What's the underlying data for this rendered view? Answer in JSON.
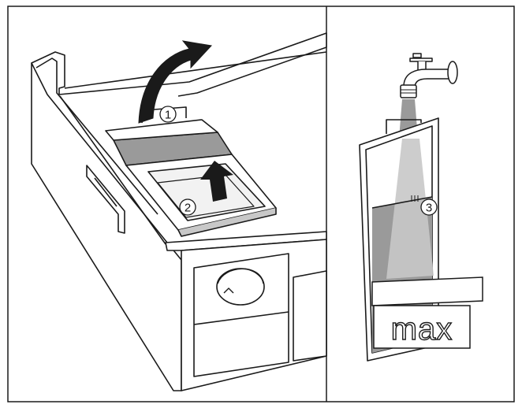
{
  "callouts": [
    {
      "label": "1"
    },
    {
      "label": "2"
    },
    {
      "label": "3"
    }
  ],
  "max_label": "max",
  "colors": {
    "outline": "#1a1a1a",
    "grey_fill": "#9a9a9a",
    "light_grey": "#c8c8c8",
    "panel_bg": "#f2f2f2",
    "white": "#ffffff"
  }
}
